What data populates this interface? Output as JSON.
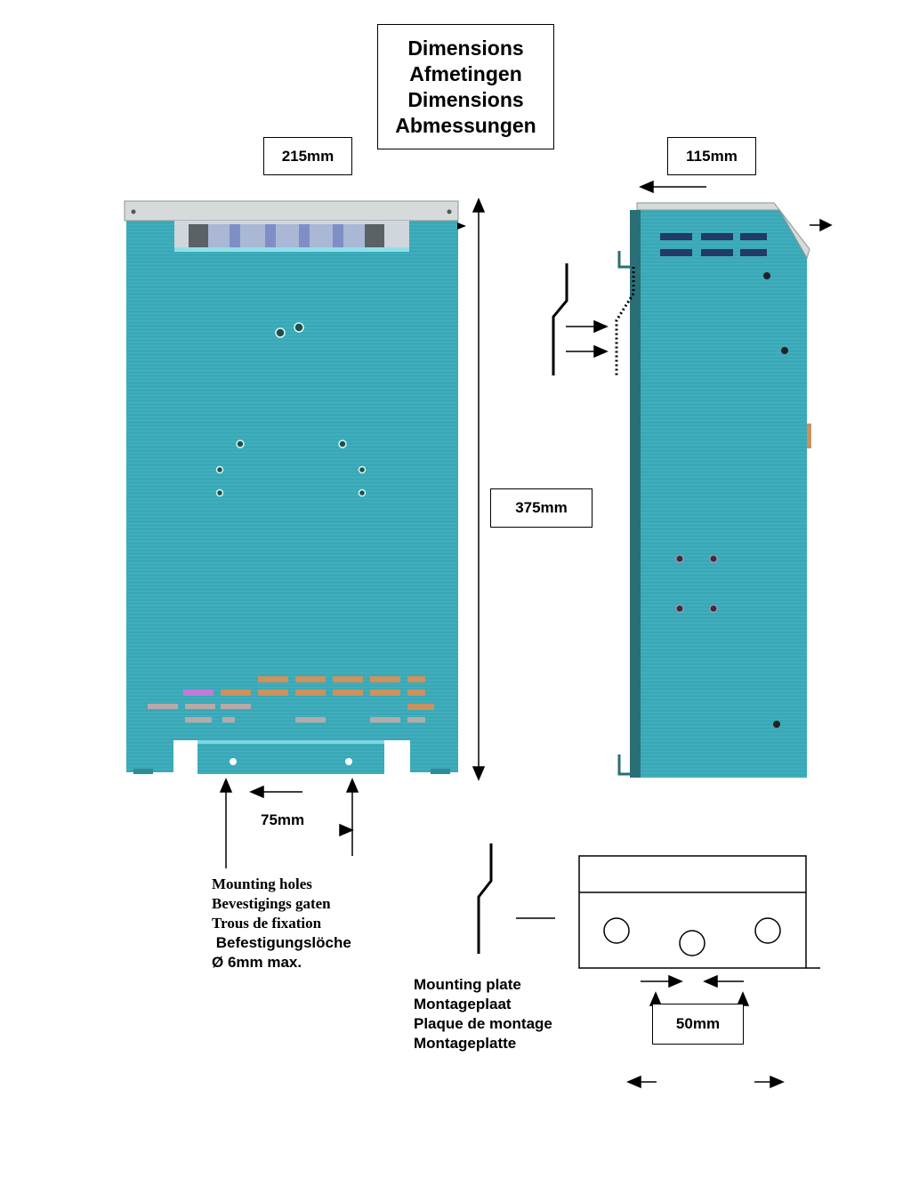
{
  "title": {
    "lines": [
      "Dimensions",
      "Afmetingen",
      "Dimensions",
      "Abmessungen"
    ]
  },
  "dimensions": {
    "width": "215mm",
    "depth": "115mm",
    "height": "375mm",
    "hole_spacing": "75mm",
    "plate_spacing": "50mm"
  },
  "mounting_holes": {
    "lines": [
      "Mounting holes",
      "Bevestigings gaten",
      "Trous de fixation",
      " Befestigungslöche",
      "Ø 6mm max."
    ]
  },
  "mounting_plate": {
    "lines": [
      "Mounting plate",
      "Montageplaat",
      "Plaque de montage",
      "Montageplatte"
    ]
  },
  "colors": {
    "housing": "#3aa8b6",
    "housing_dark": "#2e8c98",
    "top_cap": "#d8dcdc",
    "vent_orange": "#c9925e"
  }
}
